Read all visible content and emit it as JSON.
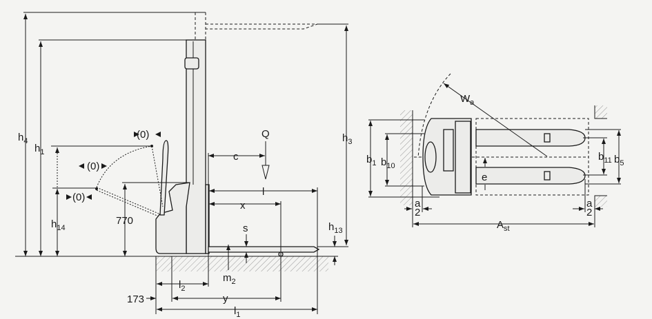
{
  "side_view": {
    "h4": {
      "main": "h",
      "sub": "4"
    },
    "h1": {
      "main": "h",
      "sub": "1"
    },
    "h14": {
      "main": "h",
      "sub": "14"
    },
    "h3": {
      "main": "h",
      "sub": "3"
    },
    "h13": {
      "main": "h",
      "sub": "13"
    },
    "dim_770": "770",
    "c": "c",
    "Q": "Q",
    "l": "l",
    "x": "x",
    "s": "s",
    "m2": {
      "main": "m",
      "sub": "2"
    },
    "l2": {
      "main": "l",
      "sub": "2"
    },
    "dim_173": "173",
    "y": "y",
    "l1": {
      "main": "l",
      "sub": "1"
    },
    "zero_marks": [
      "(0)",
      "(0)",
      "(0)"
    ]
  },
  "top_view": {
    "Wa": {
      "main": "W",
      "sub": "a"
    },
    "b1": {
      "main": "b",
      "sub": "1"
    },
    "b10": {
      "main": "b",
      "sub": "10"
    },
    "b11": {
      "main": "b",
      "sub": "11"
    },
    "b5": {
      "main": "b",
      "sub": "5"
    },
    "e": "e",
    "a_left": {
      "num": "a",
      "den": "2"
    },
    "a_right": {
      "num": "a",
      "den": "2"
    },
    "Ast": {
      "main": "A",
      "sub": "st"
    }
  }
}
